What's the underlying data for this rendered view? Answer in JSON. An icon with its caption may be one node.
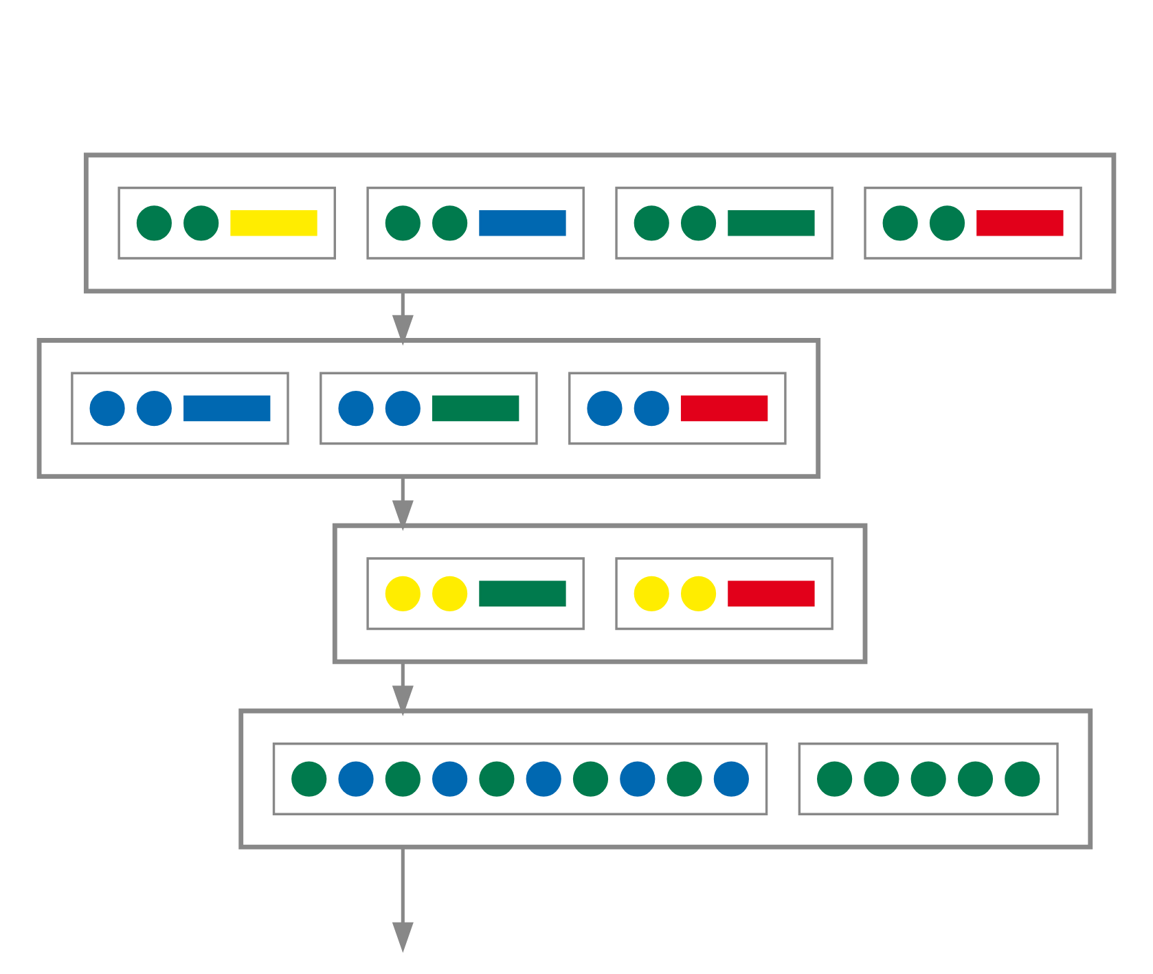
{
  "diagram": {
    "nodes": [
      {
        "text": [],
        "shape": "box"
      },
      {
        "text": [],
        "shape": "box",
        "in": 0
      },
      {
        "text": [],
        "shape": "circle",
        "in": 1
      },
      {
        "text": [],
        "shape": "circle",
        "in": 1
      },
      {
        "text": [],
        "shape": "bar",
        "in": 1
      },
      {
        "text": [],
        "shape": "box",
        "in": 0
      },
      {
        "text": [],
        "shape": "circle",
        "in": 5
      },
      {
        "text": [],
        "shape": "circle",
        "in": 5
      },
      {
        "text": [],
        "shape": "bar",
        "in": 5
      },
      {
        "text": [],
        "shape": "box",
        "in": 0
      },
      {
        "text": [],
        "shape": "circle",
        "in": 9
      },
      {
        "text": [],
        "shape": "circle",
        "in": 9
      },
      {
        "text": [],
        "shape": "bar",
        "in": 9
      },
      {
        "text": [],
        "shape": "box",
        "in": 0
      },
      {
        "text": [],
        "shape": "circle",
        "in": 13
      },
      {
        "text": [],
        "shape": "circle",
        "in": 13
      },
      {
        "text": [],
        "shape": "bar",
        "in": 13
      },
      {
        "text": [],
        "shape": "box"
      },
      {
        "text": [],
        "shape": "box",
        "in": 17
      },
      {
        "text": [],
        "shape": "circle",
        "in": 18
      },
      {
        "text": [],
        "shape": "circle",
        "in": 18
      },
      {
        "text": [],
        "shape": "bar",
        "in": 18
      },
      {
        "text": [],
        "shape": "box",
        "in": 17
      },
      {
        "text": [],
        "shape": "circle",
        "in": 22
      },
      {
        "text": [],
        "shape": "circle",
        "in": 22
      },
      {
        "text": [],
        "shape": "bar",
        "in": 22
      },
      {
        "text": [],
        "shape": "box",
        "in": 17
      },
      {
        "text": [],
        "shape": "circle",
        "in": 26
      },
      {
        "text": [],
        "shape": "circle",
        "in": 26
      },
      {
        "text": [],
        "shape": "bar",
        "in": 26
      },
      {
        "text": [],
        "shape": "box"
      },
      {
        "text": [],
        "shape": "box",
        "in": 30
      },
      {
        "text": [],
        "shape": "circle",
        "in": 31
      },
      {
        "text": [],
        "shape": "circle",
        "in": 31
      },
      {
        "text": [],
        "shape": "bar",
        "in": 31
      },
      {
        "text": [],
        "shape": "box",
        "in": 30
      },
      {
        "text": [],
        "shape": "circle",
        "in": 35
      },
      {
        "text": [],
        "shape": "circle",
        "in": 35
      },
      {
        "text": [],
        "shape": "bar",
        "in": 35
      },
      {
        "text": [],
        "shape": "box"
      },
      {
        "text": [],
        "shape": "box",
        "in": 39
      },
      {
        "text": [],
        "shape": "circle",
        "in": 40
      },
      {
        "text": [],
        "shape": "circle",
        "in": 40
      },
      {
        "text": [],
        "shape": "circle",
        "in": 40
      },
      {
        "text": [],
        "shape": "circle",
        "in": 40
      },
      {
        "text": [],
        "shape": "circle",
        "in": 40
      },
      {
        "text": [],
        "shape": "box",
        "in": 39
      },
      {
        "text": [],
        "shape": "circle",
        "in": 46
      },
      {
        "text": [],
        "shape": "circle",
        "in": 46
      },
      {
        "text": [],
        "shape": "circle",
        "in": 46
      },
      {
        "text": [],
        "shape": "circle",
        "in": 46
      },
      {
        "text": [],
        "shape": "circle",
        "in": 46
      },
      {
        "text": [],
        "shape": "circle",
        "in": 46
      },
      {
        "text": [],
        "shape": "circle",
        "in": 46
      },
      {
        "text": [],
        "shape": "circle",
        "in": 46
      },
      {
        "text": [],
        "shape": "circle",
        "in": 46
      },
      {
        "text": [],
        "shape": "circle",
        "in": 46
      }
    ],
    "edges": [
      {
        "from": 0,
        "to": 17,
        "arrow": "to"
      },
      {
        "from": 17,
        "to": 30,
        "arrow": "to"
      },
      {
        "from": 30,
        "to": 39,
        "arrow": "to"
      },
      {
        "from": 39,
        "to": null,
        "arrow": "to"
      }
    ]
  }
}
